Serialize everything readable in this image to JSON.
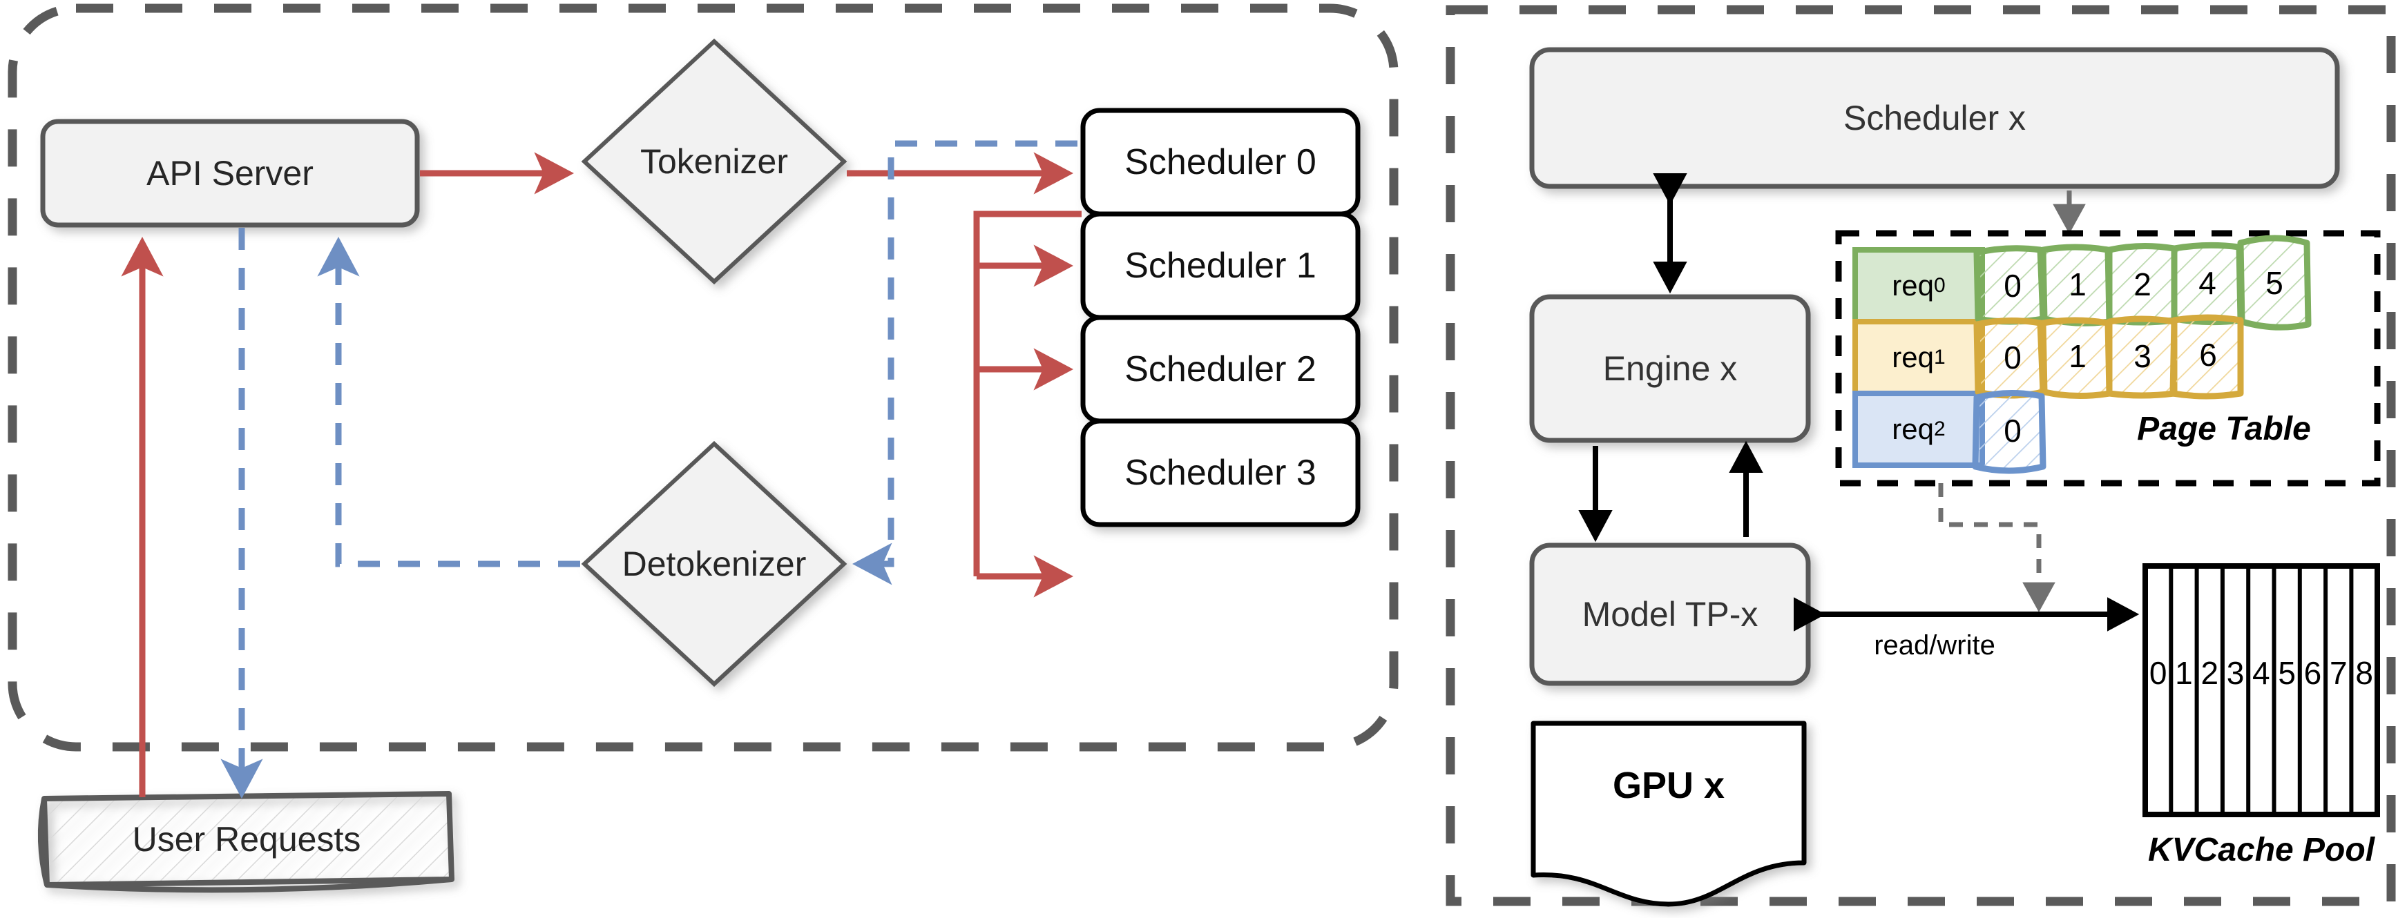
{
  "diagram": {
    "title": "LLM serving system architecture: frontend panel and per-GPU worker panel",
    "colors": {
      "red_arrow": "#C0504D",
      "blue_dashed": "#6E8FC3",
      "node_fill": "#F2F2F2",
      "node_stroke": "#595959",
      "panel_dash": "#5A5A5A",
      "green": "#7DAE5E",
      "green_fill": "#D7E8D0",
      "gold": "#D4A93C",
      "gold_fill": "#FCEFCE",
      "blue": "#6B93CC",
      "blue_fill": "#DAE5F5",
      "black": "#000000"
    }
  },
  "left_panel": {
    "name": "frontend-panel",
    "nodes": {
      "api_server": "API Server",
      "tokenizer": "Tokenizer",
      "detokenizer": "Detokenizer",
      "user_requests": "User Requests"
    },
    "schedulers": [
      {
        "label": "Scheduler 0"
      },
      {
        "label": "Scheduler 1"
      },
      {
        "label": "Scheduler 2"
      },
      {
        "label": "Scheduler 3"
      }
    ]
  },
  "right_panel": {
    "name": "gpu-worker-panel",
    "nodes": {
      "scheduler_x": "Scheduler x",
      "engine_x": "Engine x",
      "model_tp_x": "Model TP-x",
      "gpu_x": "GPU x"
    },
    "edge_labels": {
      "read_write": "read/write"
    },
    "page_table": {
      "caption": "Page Table",
      "rows": [
        {
          "req": "req",
          "sub": "0",
          "color": "green",
          "pages": [
            "0",
            "1",
            "2",
            "4",
            "5"
          ]
        },
        {
          "req": "req",
          "sub": "1",
          "color": "gold",
          "pages": [
            "0",
            "1",
            "3",
            "6"
          ]
        },
        {
          "req": "req",
          "sub": "2",
          "color": "blue",
          "pages": [
            "0"
          ]
        }
      ]
    },
    "kvcache_pool": {
      "caption": "KVCache Pool",
      "cells": [
        "0",
        "1",
        "2",
        "3",
        "4",
        "5",
        "6",
        "7",
        "8"
      ]
    }
  }
}
